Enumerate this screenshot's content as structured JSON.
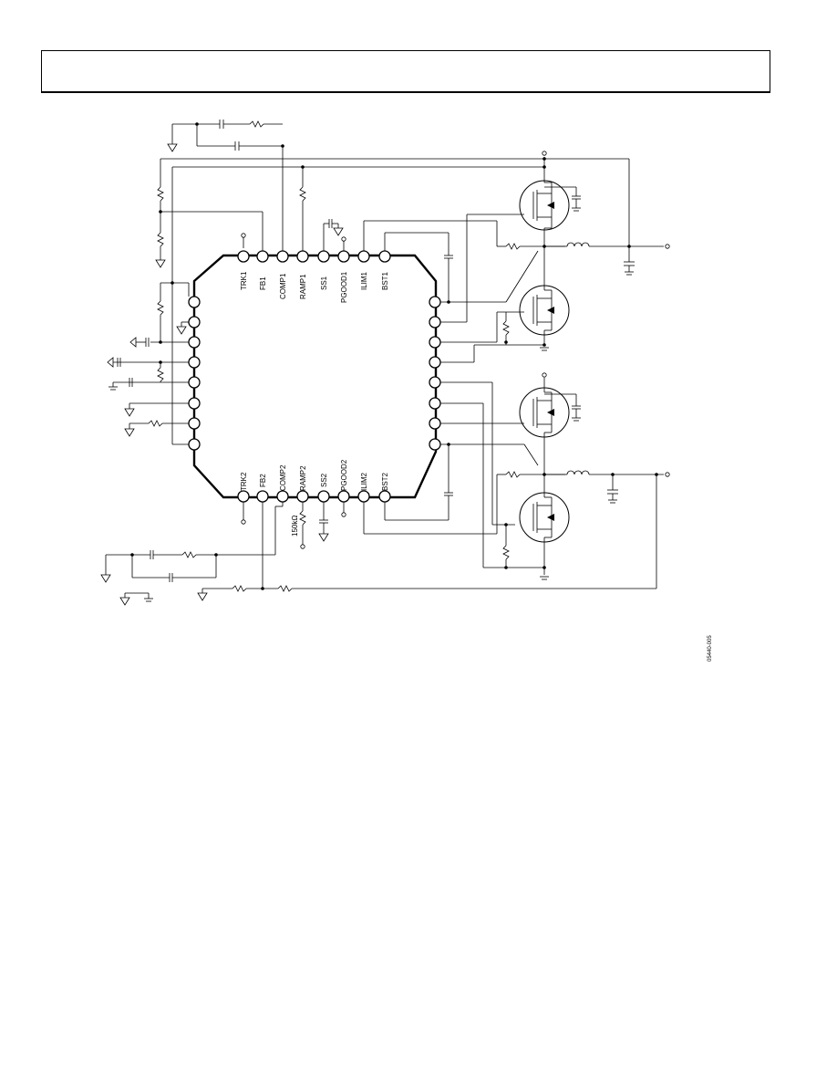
{
  "header": {
    "title": ""
  },
  "schematic": {
    "pins_top": [
      "TRK1",
      "FB1",
      "COMP1",
      "RAMP1",
      "SS1",
      "PGOOD1",
      "ILIM1",
      "BST1"
    ],
    "pins_bottom": [
      "TRK2",
      "FB2",
      "COMP2",
      "RAMP2",
      "SS2",
      "PGOOD2",
      "ILIM2",
      "BST2"
    ],
    "ramp_resistor_label": "150kΩ",
    "figure_code": "05440-005"
  }
}
